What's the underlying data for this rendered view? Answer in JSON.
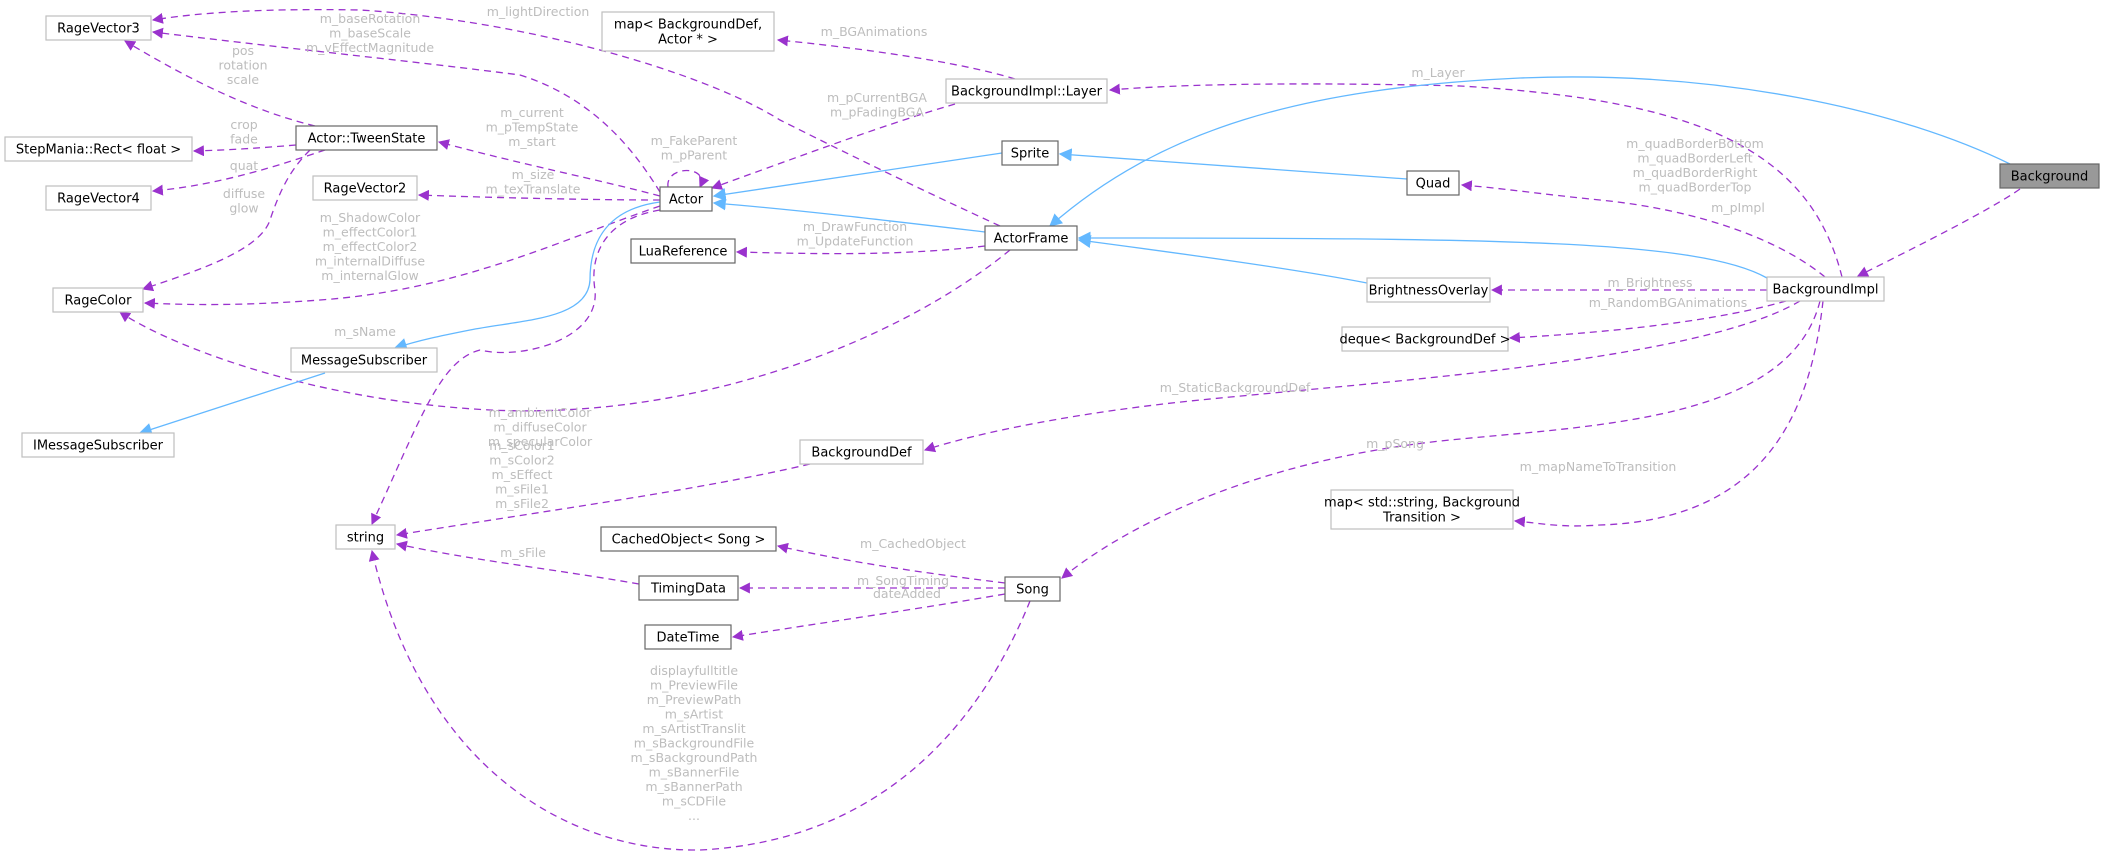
{
  "diagram": {
    "title": "Collaboration diagram for Background",
    "colors": {
      "inheritance_edge": "#63b8ff",
      "member_edge": "#9a32cd",
      "edge_label": "#bdbdbd",
      "focus_node_fill": "#999999",
      "documented_border": "#666666",
      "undocumented_border": "#bfbfbf"
    },
    "nodes": [
      {
        "id": "RageVector3",
        "label": [
          "RageVector3"
        ],
        "kind": "plain"
      },
      {
        "id": "StepManiaRect",
        "label": [
          "StepMania::Rect< float >"
        ],
        "kind": "plain"
      },
      {
        "id": "RageVector4",
        "label": [
          "RageVector4"
        ],
        "kind": "plain"
      },
      {
        "id": "RageColor",
        "label": [
          "RageColor"
        ],
        "kind": "plain"
      },
      {
        "id": "IMessageSubscriber",
        "label": [
          "IMessageSubscriber"
        ],
        "kind": "plain"
      },
      {
        "id": "TweenState",
        "label": [
          "Actor::TweenState"
        ],
        "kind": "doc"
      },
      {
        "id": "RageVector2",
        "label": [
          "RageVector2"
        ],
        "kind": "plain"
      },
      {
        "id": "MessageSubscriber",
        "label": [
          "MessageSubscriber"
        ],
        "kind": "plain"
      },
      {
        "id": "string",
        "label": [
          "string"
        ],
        "kind": "plain"
      },
      {
        "id": "mapBGDefActor",
        "label": [
          "map< BackgroundDef,",
          "Actor * >"
        ],
        "kind": "plain"
      },
      {
        "id": "Actor",
        "label": [
          "Actor"
        ],
        "kind": "doc"
      },
      {
        "id": "LuaReference",
        "label": [
          "LuaReference"
        ],
        "kind": "doc"
      },
      {
        "id": "Layer",
        "label": [
          "BackgroundImpl::Layer"
        ],
        "kind": "plain"
      },
      {
        "id": "Sprite",
        "label": [
          "Sprite"
        ],
        "kind": "doc"
      },
      {
        "id": "ActorFrame",
        "label": [
          "ActorFrame"
        ],
        "kind": "doc"
      },
      {
        "id": "BackgroundDef",
        "label": [
          "BackgroundDef"
        ],
        "kind": "plain"
      },
      {
        "id": "CachedObjectSong",
        "label": [
          "CachedObject< Song >"
        ],
        "kind": "doc"
      },
      {
        "id": "TimingData",
        "label": [
          "TimingData"
        ],
        "kind": "doc"
      },
      {
        "id": "DateTime",
        "label": [
          "DateTime"
        ],
        "kind": "doc"
      },
      {
        "id": "Song",
        "label": [
          "Song"
        ],
        "kind": "doc"
      },
      {
        "id": "Quad",
        "label": [
          "Quad"
        ],
        "kind": "doc"
      },
      {
        "id": "BrightnessOverlay",
        "label": [
          "BrightnessOverlay"
        ],
        "kind": "plain"
      },
      {
        "id": "dequeBGDef",
        "label": [
          "deque< BackgroundDef >"
        ],
        "kind": "plain"
      },
      {
        "id": "mapStringTransition",
        "label": [
          "map< std::string, Background",
          "Transition >"
        ],
        "kind": "plain"
      },
      {
        "id": "BackgroundImpl",
        "label": [
          "BackgroundImpl"
        ],
        "kind": "plain"
      },
      {
        "id": "Background",
        "label": [
          "Background"
        ],
        "kind": "focus"
      }
    ],
    "edges": [
      {
        "from": "Layer",
        "to": "mapBGDefActor",
        "type": "member",
        "label": [
          "m_BGAnimations"
        ]
      },
      {
        "from": "Layer",
        "to": "Actor",
        "type": "member",
        "label": [
          "m_pCurrentBGA",
          "m_pFadingBGA"
        ]
      },
      {
        "from": "BackgroundImpl",
        "to": "Layer",
        "type": "member",
        "label": [
          "m_Layer"
        ]
      },
      {
        "from": "Background",
        "to": "ActorFrame",
        "type": "inheritance",
        "label": []
      },
      {
        "from": "Background",
        "to": "BackgroundImpl",
        "type": "member",
        "label": [
          "m_pImpl"
        ]
      },
      {
        "from": "BackgroundImpl",
        "to": "Quad",
        "type": "member",
        "label": [
          "m_quadBorderBottom",
          "m_quadBorderLeft",
          "m_quadBorderRight",
          "m_quadBorderTop"
        ]
      },
      {
        "from": "Quad",
        "to": "Sprite",
        "type": "inheritance",
        "label": []
      },
      {
        "from": "Sprite",
        "to": "Actor",
        "type": "inheritance",
        "label": []
      },
      {
        "from": "ActorFrame",
        "to": "Actor",
        "type": "inheritance",
        "label": []
      },
      {
        "from": "BrightnessOverlay",
        "to": "ActorFrame",
        "type": "inheritance",
        "label": []
      },
      {
        "from": "BackgroundImpl",
        "to": "ActorFrame",
        "type": "inheritance",
        "label": []
      },
      {
        "from": "BackgroundImpl",
        "to": "BrightnessOverlay",
        "type": "member",
        "label": [
          "m_Brightness"
        ]
      },
      {
        "from": "BackgroundImpl",
        "to": "dequeBGDef",
        "type": "member",
        "label": [
          "m_RandomBGAnimations"
        ]
      },
      {
        "from": "BackgroundImpl",
        "to": "BackgroundDef",
        "type": "member",
        "label": [
          "m_StaticBackgroundDef"
        ]
      },
      {
        "from": "BackgroundImpl",
        "to": "Song",
        "type": "member",
        "label": [
          "m_pSong"
        ]
      },
      {
        "from": "BackgroundImpl",
        "to": "mapStringTransition",
        "type": "member",
        "label": [
          "m_mapNameToTransition"
        ]
      },
      {
        "from": "ActorFrame",
        "to": "LuaReference",
        "type": "member",
        "label": [
          "m_DrawFunction",
          "m_UpdateFunction"
        ]
      },
      {
        "from": "ActorFrame",
        "to": "RageVector3",
        "type": "member",
        "label": [
          "m_lightDirection"
        ]
      },
      {
        "from": "ActorFrame",
        "to": "RageColor",
        "type": "member",
        "label": [
          "m_ambientColor",
          "m_diffuseColor",
          "m_specularColor"
        ]
      },
      {
        "from": "Actor",
        "to": "RageVector3",
        "type": "member",
        "label": [
          "m_baseRotation",
          "m_baseScale",
          "m_vEffectMagnitude"
        ]
      },
      {
        "from": "Actor",
        "to": "TweenState",
        "type": "member",
        "label": [
          "m_current",
          "m_pTempState",
          "m_start"
        ]
      },
      {
        "from": "Actor",
        "to": "Actor",
        "type": "member",
        "label": [
          "m_FakeParent",
          "m_pParent"
        ]
      },
      {
        "from": "Actor",
        "to": "RageVector2",
        "type": "member",
        "label": [
          "m_size",
          "m_texTranslate"
        ]
      },
      {
        "from": "Actor",
        "to": "RageColor",
        "type": "member",
        "label": [
          "m_ShadowColor",
          "m_effectColor1",
          "m_effectColor2",
          "m_internalDiffuse",
          "m_internalGlow"
        ]
      },
      {
        "from": "Actor",
        "to": "MessageSubscriber",
        "type": "inheritance",
        "label": []
      },
      {
        "from": "Actor",
        "to": "string",
        "type": "member",
        "label": [
          "m_sName"
        ]
      },
      {
        "from": "MessageSubscriber",
        "to": "IMessageSubscriber",
        "type": "inheritance",
        "label": []
      },
      {
        "from": "TweenState",
        "to": "RageVector3",
        "type": "member",
        "label": [
          "pos",
          "rotation",
          "scale"
        ]
      },
      {
        "from": "TweenState",
        "to": "StepManiaRect",
        "type": "member",
        "label": [
          "crop",
          "fade"
        ]
      },
      {
        "from": "TweenState",
        "to": "RageVector4",
        "type": "member",
        "label": [
          "quat"
        ]
      },
      {
        "from": "TweenState",
        "to": "RageColor",
        "type": "member",
        "label": [
          "diffuse",
          "glow"
        ]
      },
      {
        "from": "BackgroundDef",
        "to": "string",
        "type": "member",
        "label": [
          "m_sColor1",
          "m_sColor2",
          "m_sEffect",
          "m_sFile1",
          "m_sFile2"
        ]
      },
      {
        "from": "TimingData",
        "to": "string",
        "type": "member",
        "label": [
          "m_sFile"
        ]
      },
      {
        "from": "Song",
        "to": "CachedObjectSong",
        "type": "member",
        "label": [
          "m_CachedObject"
        ]
      },
      {
        "from": "Song",
        "to": "TimingData",
        "type": "member",
        "label": [
          "m_SongTiming"
        ]
      },
      {
        "from": "Song",
        "to": "DateTime",
        "type": "member",
        "label": [
          "dateAdded"
        ]
      },
      {
        "from": "Song",
        "to": "string",
        "type": "member",
        "label": [
          "displayfulltitle",
          "m_PreviewFile",
          "m_PreviewPath",
          "m_sArtist",
          "m_sArtistTranslit",
          "m_sBackgroundFile",
          "m_sBackgroundPath",
          "m_sBannerFile",
          "m_sBannerPath",
          "m_sCDFile",
          "..."
        ]
      }
    ]
  }
}
